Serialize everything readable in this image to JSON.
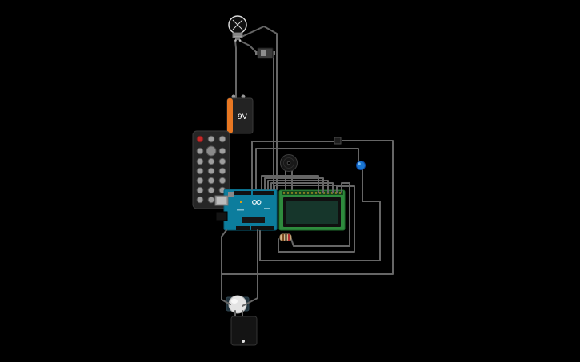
{
  "scene": {
    "name": "Circuit canvas",
    "background": "#000000"
  },
  "components": {
    "lightbulb": {
      "name": "Lightbulb"
    },
    "slide_switch": {
      "name": "Slide switch"
    },
    "battery_9v": {
      "name": "9V battery",
      "label": "9V"
    },
    "ir_remote": {
      "name": "IR remote control"
    },
    "piezo_buzzer": {
      "name": "Piezo buzzer"
    },
    "blue_sensor": {
      "name": "Blue sensor"
    },
    "arduino_uno": {
      "name": "Arduino Uno"
    },
    "lcd_display": {
      "name": "16x2 LCD display"
    },
    "resistor": {
      "name": "Resistor"
    },
    "wire_junction": {
      "name": "Wire junction"
    },
    "pir_sensor": {
      "name": "PIR motion sensor"
    },
    "battery_pack": {
      "name": "Battery pack"
    }
  },
  "palette": {
    "wire_red": "#d32f2f",
    "wire_green": "#43a047",
    "wire_yellow": "#e0b420",
    "wire_orange": "#ef6c00",
    "wire_blue": "#1e88e5",
    "wire_purple": "#8e24aa",
    "wire_black": "#2e2e2e",
    "arduino_board": "#0c7d9d",
    "lcd_board": "#2e8b3d",
    "lcd_screen": "#16362b",
    "battery_body": "#232323",
    "battery_stripe": "#e87722",
    "remote_body": "#262626",
    "power_button": "#c62828",
    "blue_sensor_fill": "#1976d2"
  }
}
